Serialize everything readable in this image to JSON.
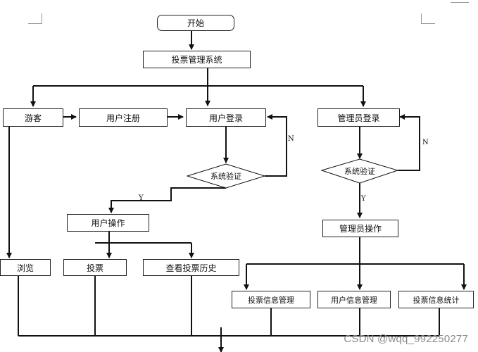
{
  "nodes": {
    "start": "开始",
    "system": "投票管理系统",
    "guest": "游客",
    "register": "用户注册",
    "user_login": "用户登录",
    "user_verify": "系统验证",
    "user_ops": "用户操作",
    "browse": "浏览",
    "vote": "投票",
    "history": "查看投票历史",
    "admin_login": "管理员登录",
    "admin_verify": "系统验证",
    "admin_ops": "管理员操作",
    "vote_info_mgmt": "投票信息管理",
    "user_info_mgmt": "用户信息管理",
    "vote_stats": "投票信息统计"
  },
  "edge_labels": {
    "user_no": "N",
    "user_yes": "Y",
    "admin_no": "N",
    "admin_yes": "Y"
  },
  "watermark": "CSDN @wqq_992250277"
}
